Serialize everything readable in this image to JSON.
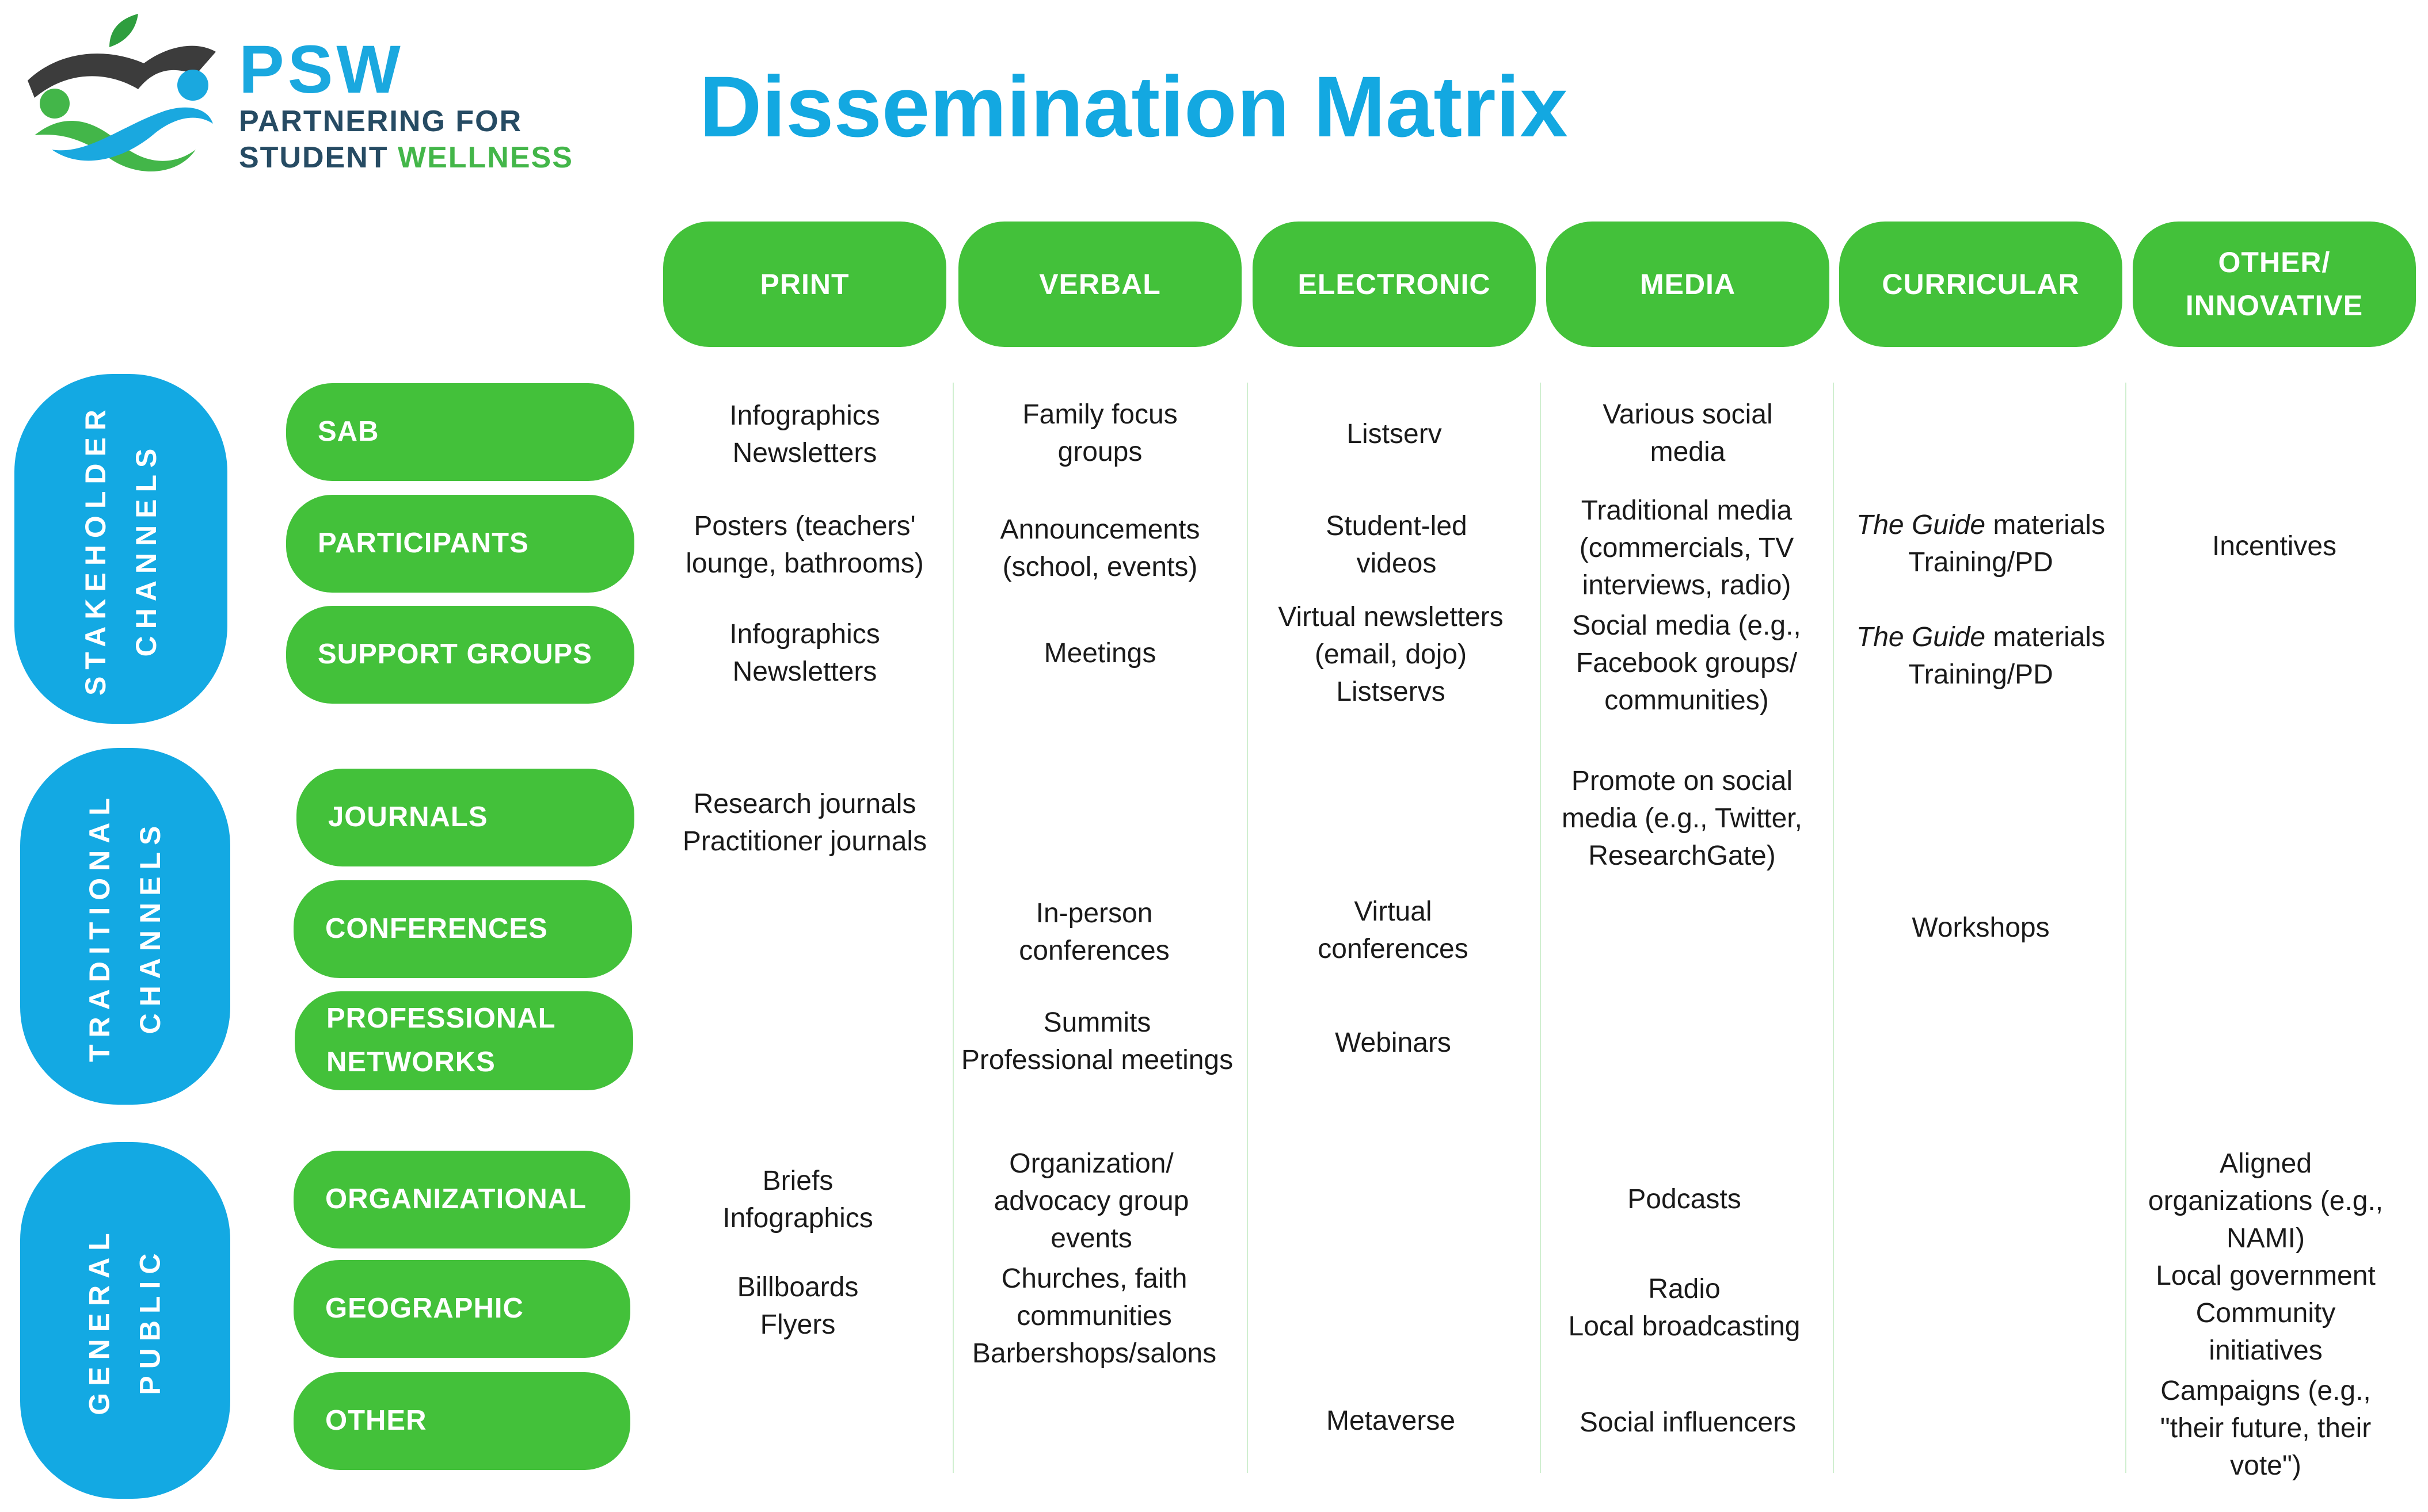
{
  "logo": {
    "brand": "PSW",
    "line2": "PARTNERING FOR",
    "line3_a": "STUDENT ",
    "line3_b": "WELLNESS"
  },
  "title": "Dissemination Matrix",
  "columns": [
    "PRINT",
    "VERBAL",
    "ELECTRONIC",
    "MEDIA",
    "CURRICULAR",
    "OTHER/\nINNOVATIVE"
  ],
  "groups": [
    {
      "label": "STAKEHOLDER\nCHANNELS"
    },
    {
      "label": "TRADITIONAL\nCHANNELS"
    },
    {
      "label": "GENERAL\nPUBLIC"
    }
  ],
  "rows": [
    "SAB",
    "PARTICIPANTS",
    "SUPPORT GROUPS",
    "JOURNALS",
    "CONFERENCES",
    "PROFESSIONAL\nNETWORKS",
    "ORGANIZATIONAL",
    "GEOGRAPHIC",
    "OTHER"
  ],
  "cells": {
    "print_sab": "Infographics\nNewsletters",
    "print_participants": "Posters (teachers'\nlounge, bathrooms)",
    "print_support": "Infographics\nNewsletters",
    "print_journals": "Research journals\nPractitioner journals",
    "print_org": "Briefs\nInfographics",
    "print_geo": "Billboards\nFlyers",
    "verbal_sab": "Family focus\ngroups",
    "verbal_participants": "Announcements\n(school, events)",
    "verbal_support": "Meetings",
    "verbal_conferences": "In-person\nconferences",
    "verbal_networks": "Summits\nProfessional meetings",
    "verbal_org": "Organization/\nadvocacy group\nevents",
    "verbal_geo": "Churches, faith\ncommunities\nBarbershops/salons",
    "elec_sab": "Listserv",
    "elec_participants": "Student-led\nvideos",
    "elec_support": "Virtual newsletters\n(email, dojo)\nListservs",
    "elec_conferences": "Virtual\nconferences",
    "elec_networks": "Webinars",
    "elec_other": "Metaverse",
    "media_sab": "Various social\nmedia",
    "media_participants": "Traditional media\n(commercials, TV\ninterviews, radio)",
    "media_support": "Social media (e.g.,\nFacebook groups/\ncommunities)",
    "media_journals": "Promote on social\nmedia (e.g., Twitter,\nResearchGate)",
    "media_org": "Podcasts",
    "media_geo": "Radio\nLocal broadcasting",
    "media_other": "Social influencers",
    "curr_participants_italic": "The Guide",
    "curr_participants_rest": " materials",
    "curr_participants_line2": "Training/PD",
    "curr_support_italic": "The Guide",
    "curr_support_rest": " materials",
    "curr_support_line2": "Training/PD",
    "curr_conferences": "Workshops",
    "other_participants": "Incentives",
    "other_org": "Aligned\norganizations (e.g.,\nNAMI)\nLocal government\nCommunity\ninitiatives",
    "other_other": "Campaigns (e.g.,\n\"their future, their\nvote\")"
  },
  "colors": {
    "blue": "#13a9e3",
    "green": "#43c13a",
    "navy": "#264b63",
    "logo_green": "#43b649"
  }
}
